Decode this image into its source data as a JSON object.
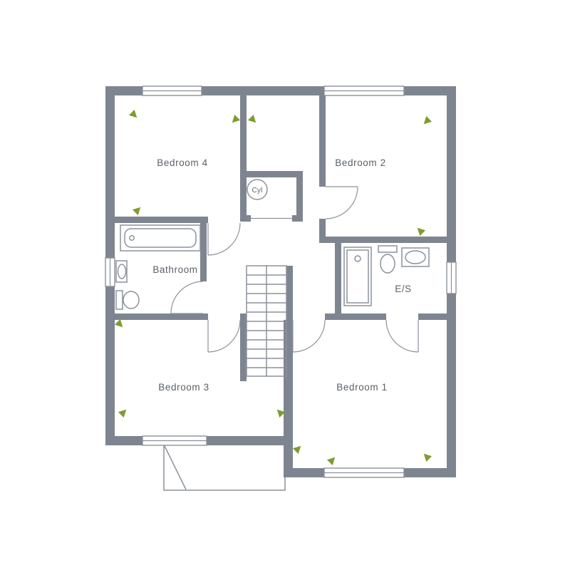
{
  "floorplan": {
    "rooms": {
      "bedroom4": "Bedroom 4",
      "bedroom2": "Bedroom 2",
      "bathroom": "Bathroom",
      "cylinder": "Cyl",
      "ensuite": "E/S",
      "bedroom3": "Bedroom 3",
      "bedroom1": "Bedroom 1"
    },
    "fixtures": [
      "bath",
      "wc",
      "basin",
      "shower",
      "cylinder",
      "staircase"
    ],
    "colors": {
      "wall": "#7e8590",
      "line": "#8b919b",
      "marker": "#7f9c2d",
      "label": "#5b6168",
      "background": "#ffffff"
    }
  }
}
